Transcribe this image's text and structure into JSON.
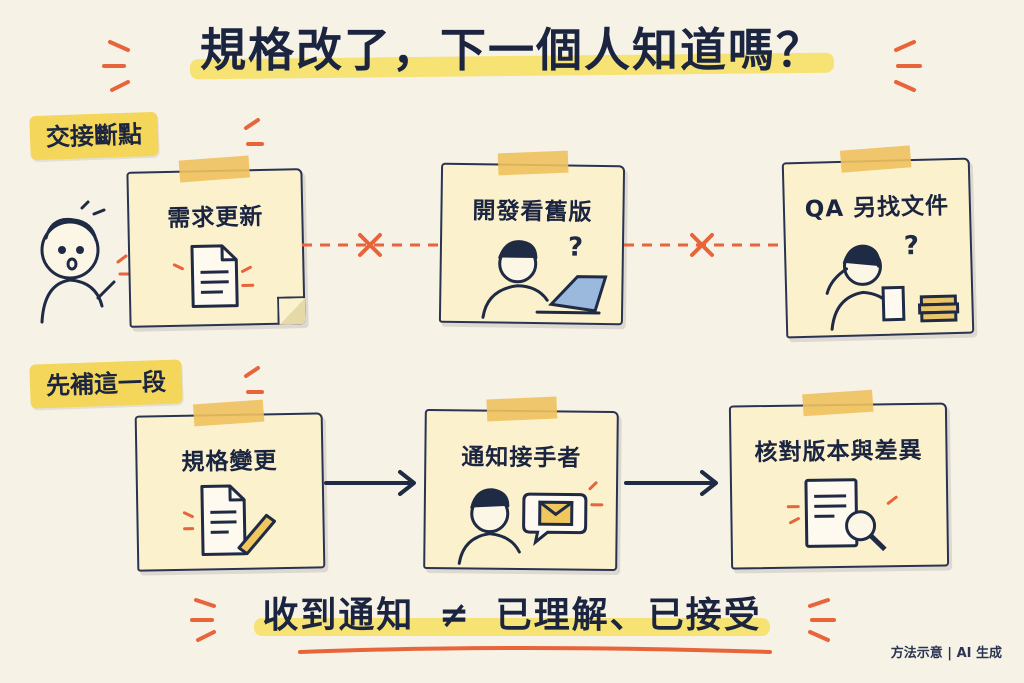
{
  "title": "規格改了，下一個人知道嗎？",
  "sections": {
    "top_tag": "交接斷點",
    "bottom_tag": "先補這一段"
  },
  "top_row": [
    {
      "label": "需求更新"
    },
    {
      "label": "開發看舊版",
      "mark": "?"
    },
    {
      "label": "QA 另找文件",
      "mark": "?"
    }
  ],
  "bottom_row": [
    {
      "label": "規格變更"
    },
    {
      "label": "通知接手者"
    },
    {
      "label": "核對版本與差異"
    }
  ],
  "bottom_text": {
    "left": "收到通知",
    "neq": "≠",
    "right": "已理解、已接受"
  },
  "credit": "方法示意 | AI 生成",
  "colors": {
    "accent_orange": "#e8643a",
    "ink": "#1f2a44",
    "highlight": "#f5de4e",
    "note": "#fbf1cd"
  }
}
